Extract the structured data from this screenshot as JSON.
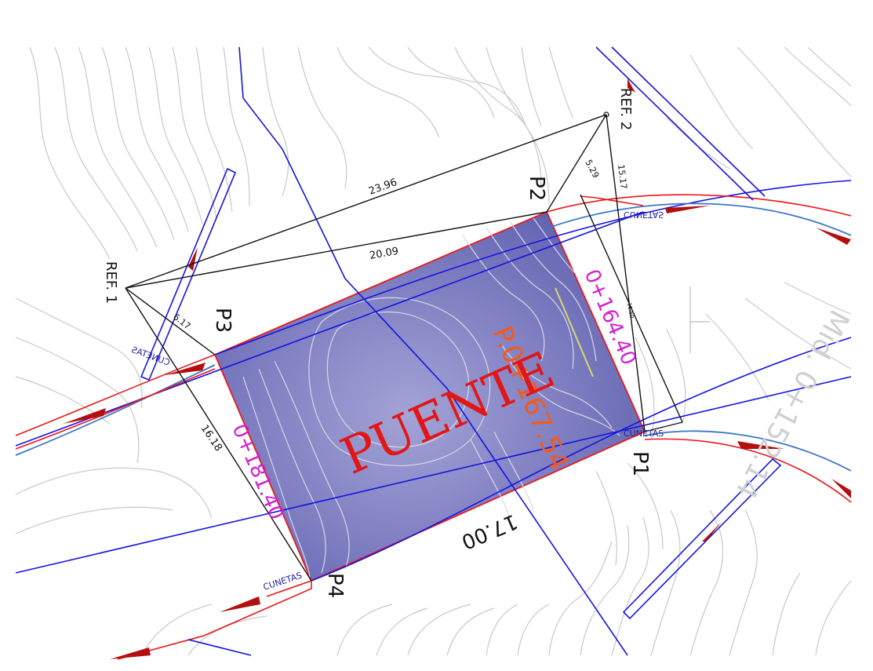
{
  "title": "PUENTE",
  "points": {
    "p1": "P1",
    "p2": "P2",
    "p3": "P3",
    "p4": "P4"
  },
  "references": {
    "ref1": "REF. 1",
    "ref2": "REF. 2"
  },
  "dimensions": {
    "ref1_ref2": "23.96",
    "ref1_p2": "20.09",
    "ref1_p3": "6.17",
    "ref2_p2": "5.29",
    "ref2_p1": "15.17",
    "p3_p4": "16.18",
    "p4_p1": "17.00",
    "small_tick": "11.50"
  },
  "stations": {
    "left_edge": "0+181.40",
    "right_edge": "0+164.40",
    "bridge_center": "P.0+167.54"
  },
  "drainage_label": "CUNETAS",
  "side_label": "Mid. 0+152.14",
  "colors": {
    "deck_fill": "#6f6fb8",
    "boundary": "#e8181a",
    "axis": "#1414e0",
    "creek": "#3a78c8",
    "arrow": "#b30f0f",
    "station_left": "#d21fd2",
    "station_center": "#f25a1c"
  }
}
